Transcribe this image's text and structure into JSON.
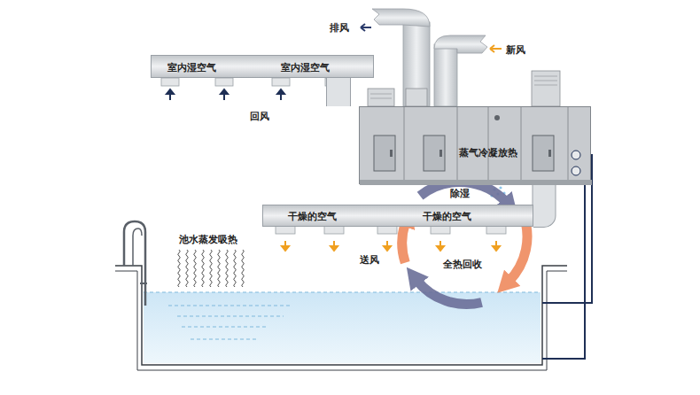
{
  "diagram": {
    "nodes": [
      {
        "text": [
          "室内湿空气",
          "室内湿空气"
        ]
      },
      {
        "text": [
          "蒸气冷凝放热"
        ]
      },
      {
        "text": [
          "干燥的空气",
          "干燥的空气"
        ]
      }
    ],
    "edges": [
      {
        "from": 0,
        "to": 1,
        "arrow": "none"
      },
      {
        "from": 1,
        "to": 2,
        "arrow": "none"
      }
    ],
    "labels": [
      "排风",
      "新风",
      "回风",
      "除湿",
      "池水蒸发吸热",
      "送风",
      "全热回收"
    ]
  }
}
